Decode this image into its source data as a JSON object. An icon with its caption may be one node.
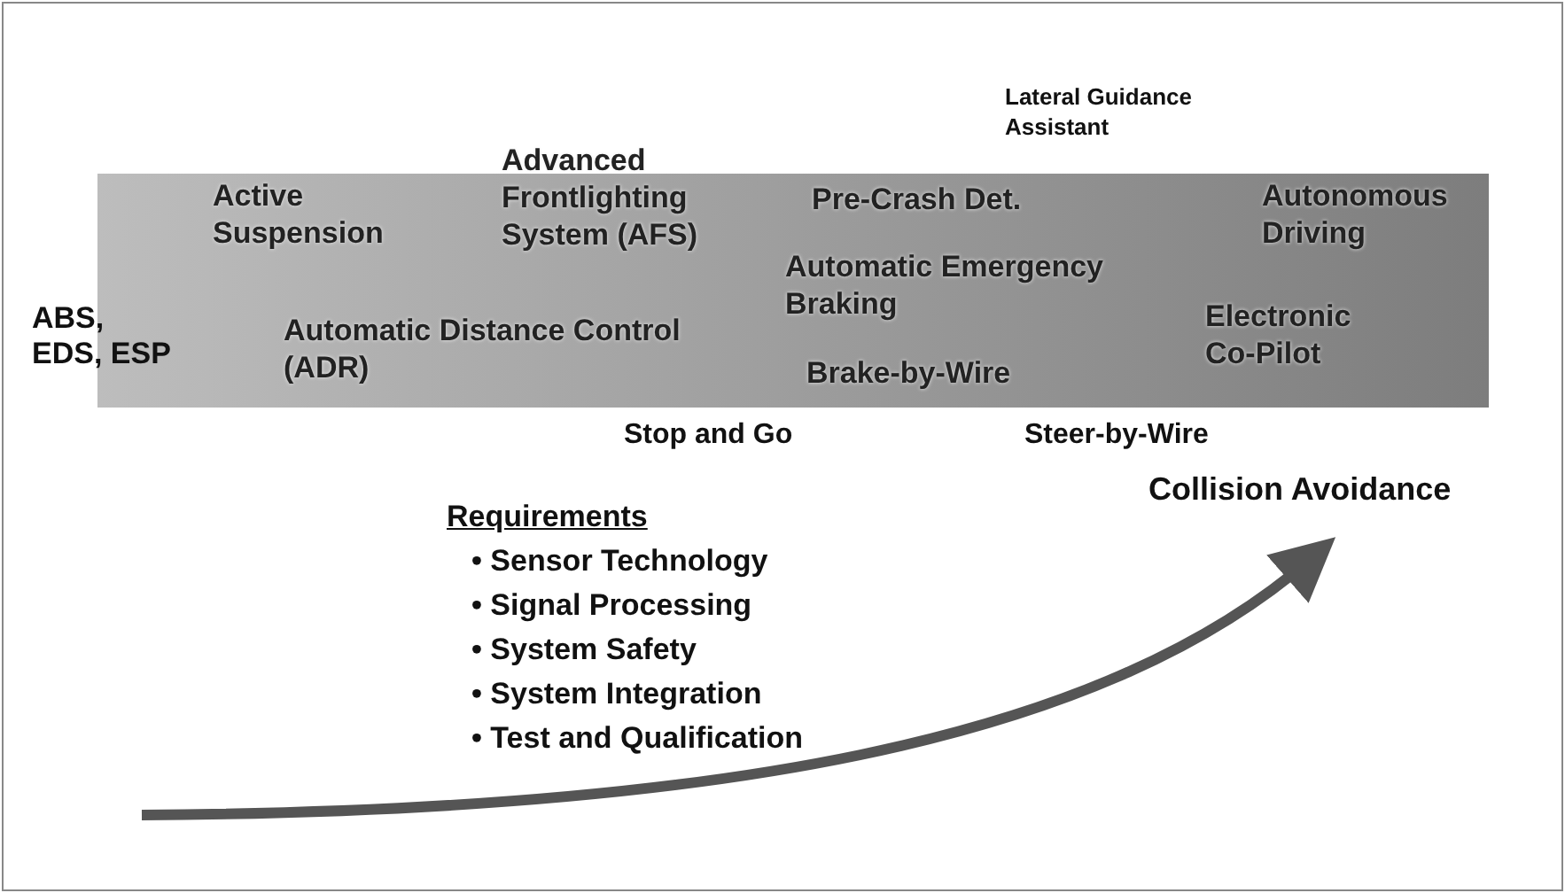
{
  "diagram": {
    "nodes": [
      {
        "text": [
          "Active Suspension",
          "Advanced Frontlighting System (AFS)",
          "Pre-Crash Det.",
          "Autonomous Driving",
          "Automatic Emergency Braking",
          "Electronic Co-Pilot",
          "Automatic Distance Control (ADR)",
          "Brake-by-Wire"
        ]
      }
    ],
    "edges": [],
    "labels": [
      "Lateral Guidance Assistant",
      "ABS, EDS, ESP",
      "Stop and Go",
      "Steer-by-Wire",
      "Collision Avoidance",
      "Requirements",
      "• Sensor Technology",
      "• Signal Processing",
      "• System Safety",
      "• System Integration",
      "• Test and Qualification"
    ]
  }
}
